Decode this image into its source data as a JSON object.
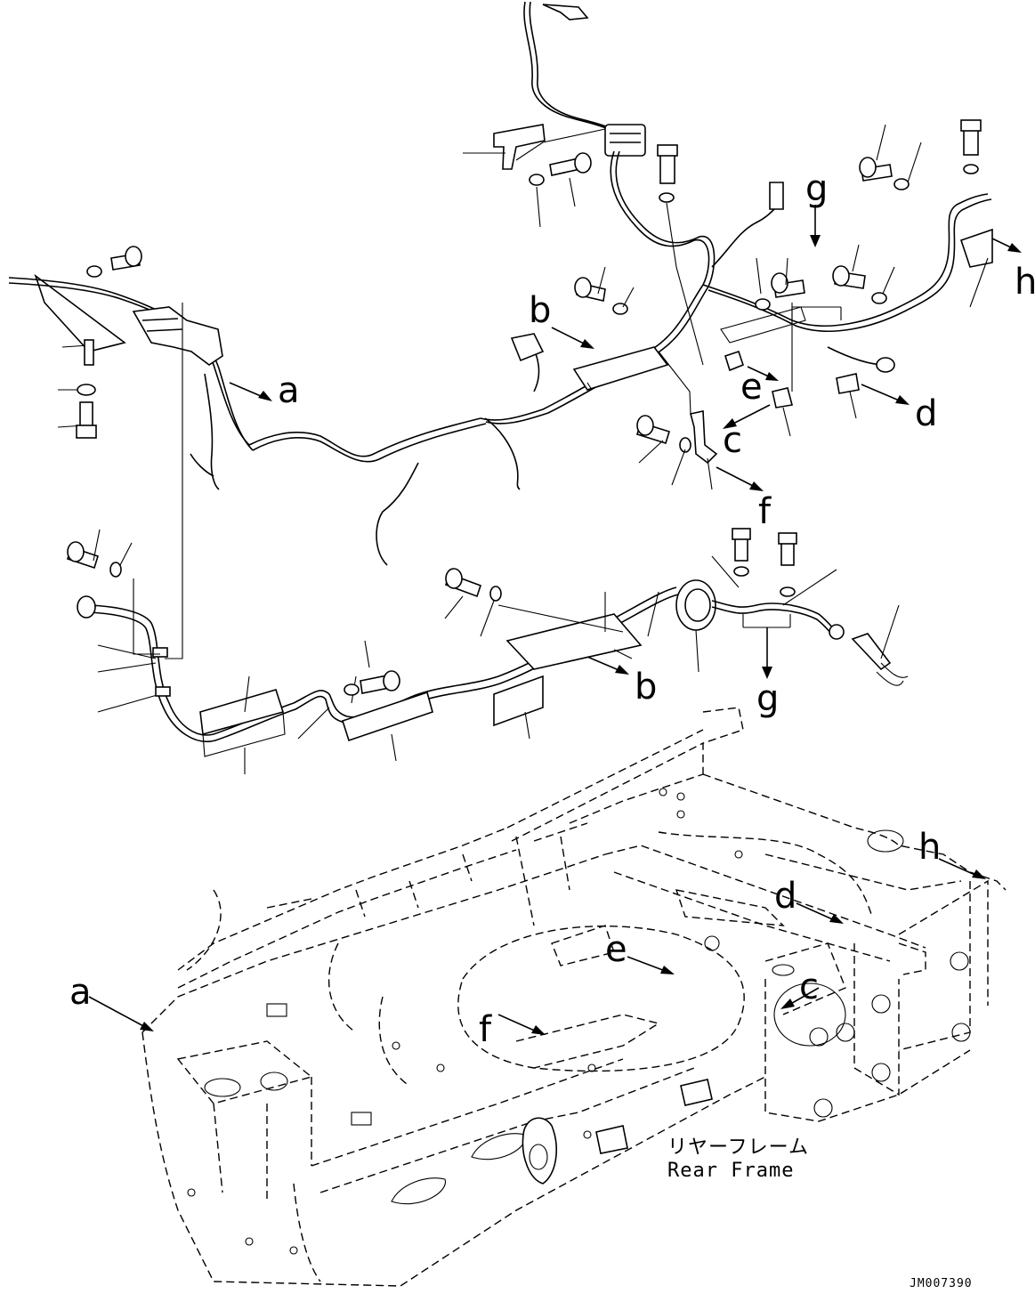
{
  "diagram": {
    "callouts_upper": [
      "a",
      "b",
      "b",
      "c",
      "d",
      "e",
      "f",
      "g",
      "g",
      "h"
    ],
    "callouts_frame": [
      "a",
      "c",
      "d",
      "e",
      "f",
      "h"
    ],
    "frame_label_jp": "リヤーフレーム",
    "frame_label_en": "Rear Frame",
    "drawing_code": "JM007390"
  }
}
